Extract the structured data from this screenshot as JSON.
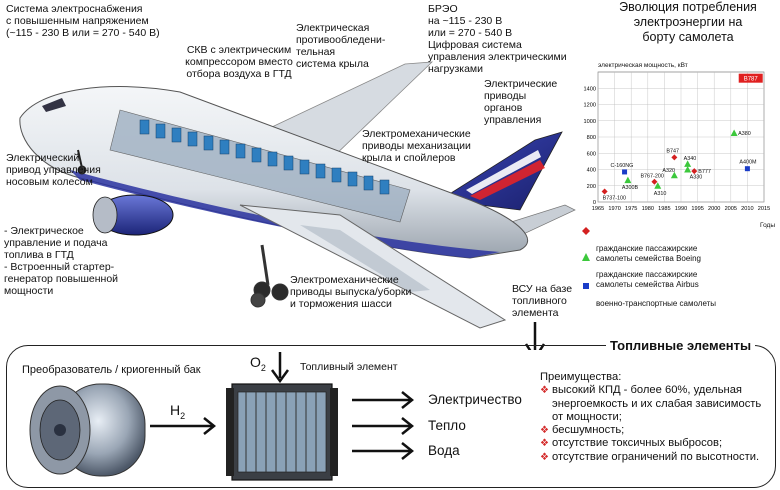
{
  "labels": {
    "power_system": "Система электроснабжения\nс повышенным напряжением\n(~115 - 230 В или = 270 - 540 В)",
    "ecs": "СКВ с электрическим\nкомпрессором вместо\nотбора воздуха в ГТД",
    "wing_anti_ice": "Электрическая\nпротивообледени-\nтельная\nсистема крыла",
    "brzo": "БРЭО\nна ~115 - 230 В\nили = 270 - 540 В\nЦифровая система\nуправления электрическими\nнагрузками",
    "control_surfaces": "Электрические\nприводы\nорганов\nуправления",
    "nose_wheel": "Электрический\nпривод управления\nносовым колесом",
    "wing_mech": "Электромеханические\nприводы механизации\nкрыла и спойлеров",
    "fuel_control": "- Электрическое\nуправление и подача\nтоплива в ГТД\n- Встроенный стартер-\nгенератор повышенной\nмощности",
    "gear_drives": "Электромеханические\nприводы выпуска/уборки\nи торможения шасси",
    "apu": "ВСУ на базе\nтопливного\nэлемента"
  },
  "chart_data": {
    "type": "scatter",
    "title": "Эволюция потребления\nэлектроэнергии на\nборту самолета",
    "ylabel": "электрическая мощность, кВт",
    "xlabel": "Годы",
    "xlim": [
      1965,
      2015
    ],
    "ylim": [
      0,
      1600
    ],
    "x_ticks": [
      1965,
      1970,
      1975,
      1980,
      1985,
      1990,
      1995,
      2000,
      2005,
      2010,
      2015
    ],
    "y_ticks": [
      0,
      200,
      400,
      600,
      800,
      1000,
      1200,
      1400
    ],
    "grid": true,
    "series": [
      {
        "name": "гражданские пассажирские\nсамолеты семейства Boeing",
        "color": "#d42020",
        "marker": "diamond",
        "points": [
          {
            "x": 1967,
            "y": 130,
            "label": "B737-100"
          },
          {
            "x": 1982,
            "y": 250,
            "label": "B767-200"
          },
          {
            "x": 1988,
            "y": 550,
            "label": "B747"
          },
          {
            "x": 1994,
            "y": 380,
            "label": "B777"
          }
        ]
      },
      {
        "name": "гражданские пассажирские\nсамолеты семейства Airbus",
        "color": "#3cc83c",
        "marker": "triangle",
        "points": [
          {
            "x": 1974,
            "y": 270,
            "label": "A300B"
          },
          {
            "x": 1983,
            "y": 200,
            "label": "A310"
          },
          {
            "x": 1988,
            "y": 330,
            "label": "A320"
          },
          {
            "x": 1992,
            "y": 400,
            "label": "A330"
          },
          {
            "x": 1992,
            "y": 470,
            "label": "A340"
          },
          {
            "x": 2006,
            "y": 850,
            "label": "A380"
          }
        ]
      },
      {
        "name": "военно-транспортные самолеты",
        "color": "#1a3cc8",
        "marker": "square",
        "points": [
          {
            "x": 1973,
            "y": 370,
            "label": "C-160NG"
          },
          {
            "x": 2010,
            "y": 410,
            "label": "A400M"
          }
        ]
      }
    ],
    "annotation": {
      "x": 2011,
      "y": 1530,
      "label": "B787"
    }
  },
  "fuel_cell": {
    "section_title": "Топливные элементы",
    "converter_label": "Преобразователь / криогенный бак",
    "h2": "H",
    "h2_sub": "2",
    "o2": "O",
    "o2_sub": "2",
    "element_label": "Топливный элемент",
    "outputs": [
      "Электричество",
      "Тепло",
      "Вода"
    ],
    "advantages_title": "Преимущества:",
    "advantages": [
      "высокий КПД - более 60%, удельная энергоемкость и их слабая зависимость от мощности;",
      "бесшумность;",
      "отсутствие токсичных выбросов;",
      "отсутствие ограничений по высотности."
    ]
  }
}
